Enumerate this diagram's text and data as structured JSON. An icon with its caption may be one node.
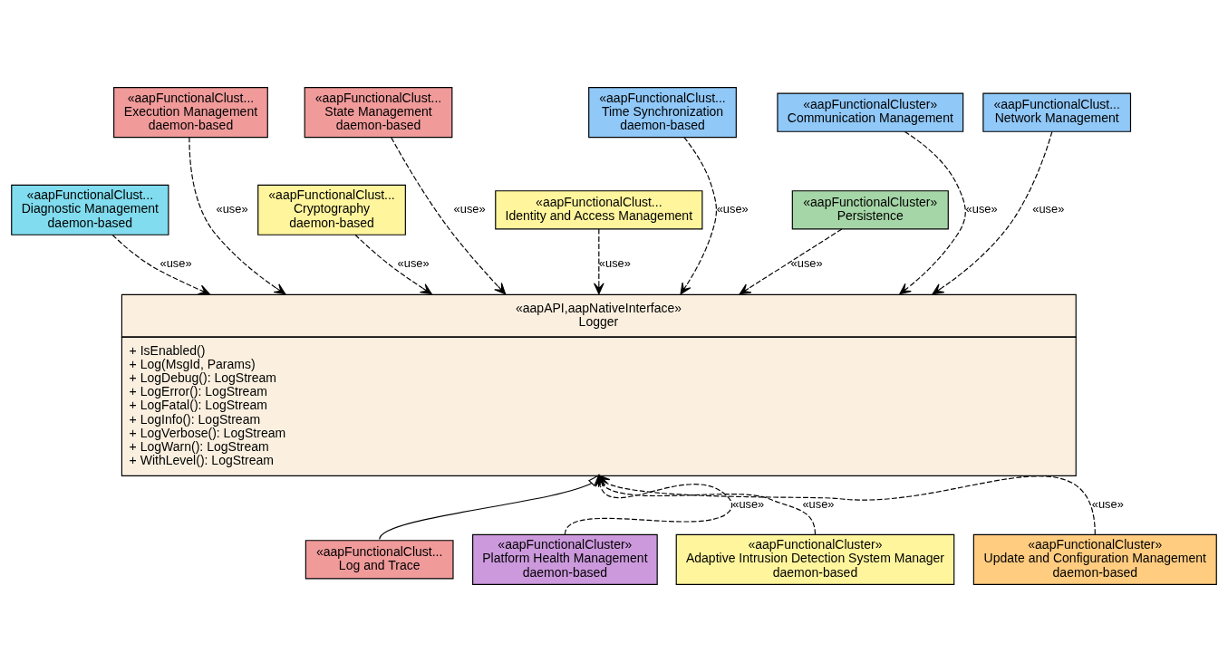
{
  "diagram": {
    "nodes": [
      {
        "text": [
          "«aapFunctionalClust...",
          "Execution Management",
          "daemon-based"
        ]
      },
      {
        "text": [
          "«aapFunctionalClust...",
          "State Management",
          "daemon-based"
        ]
      },
      {
        "text": [
          "«aapFunctionalClust...",
          "Time Synchronization",
          "daemon-based"
        ]
      },
      {
        "text": [
          "«aapFunctionalCluster»",
          "Communication Management"
        ]
      },
      {
        "text": [
          "«aapFunctionalClust...",
          "Network Management"
        ]
      },
      {
        "text": [
          "«aapFunctionalClust...",
          "Diagnostic Management",
          "daemon-based"
        ]
      },
      {
        "text": [
          "«aapFunctionalClust...",
          "Cryptography",
          "daemon-based"
        ]
      },
      {
        "text": [
          "«aapFunctionalClust...",
          "Identity and Access Management"
        ]
      },
      {
        "text": [
          "«aapFunctionalCluster»",
          "Persistence"
        ]
      },
      {
        "text": [
          "«aapAPI,aapNativeInterface»",
          "Logger",
          "+ IsEnabled()",
          "+ Log(MsgId, Params)",
          "+ LogDebug(): LogStream",
          "+ LogError(): LogStream",
          "+ LogFatal(): LogStream",
          "+ LogInfo(): LogStream",
          "+ LogVerbose(): LogStream",
          "+ LogWarn(): LogStream",
          "+ WithLevel(): LogStream"
        ]
      },
      {
        "text": [
          "«aapFunctionalClust...",
          "Log and Trace"
        ]
      },
      {
        "text": [
          "«aapFunctionalCluster»",
          "Platform Health Management",
          "daemon-based"
        ]
      },
      {
        "text": [
          "«aapFunctionalCluster»",
          "Adaptive Intrusion Detection System Manager",
          "daemon-based"
        ]
      },
      {
        "text": [
          "«aapFunctionalCluster»",
          "Update and Configuration Management",
          "daemon-based"
        ]
      }
    ],
    "edges": [
      {
        "from": 0,
        "to": 9,
        "arrow": "to",
        "label": "«use»",
        "style": "dashed"
      },
      {
        "from": 5,
        "to": 9,
        "arrow": "to",
        "label": "«use»",
        "style": "dashed"
      },
      {
        "from": 1,
        "to": 9,
        "arrow": "to",
        "label": "«use»",
        "style": "dashed"
      },
      {
        "from": 6,
        "to": 9,
        "arrow": "to",
        "label": "«use»",
        "style": "dashed"
      },
      {
        "from": 2,
        "to": 9,
        "arrow": "to",
        "label": "«use»",
        "style": "dashed"
      },
      {
        "from": 7,
        "to": 9,
        "arrow": "to",
        "label": "«use»",
        "style": "dashed"
      },
      {
        "from": 3,
        "to": 9,
        "arrow": "to",
        "label": "«use»",
        "style": "dashed"
      },
      {
        "from": 8,
        "to": 9,
        "arrow": "to",
        "label": "«use»",
        "style": "dashed"
      },
      {
        "from": 4,
        "to": 9,
        "arrow": "to",
        "label": "«use»",
        "style": "dashed"
      },
      {
        "from": 10,
        "to": 9,
        "arrow": "to"
      },
      {
        "from": 11,
        "to": 9,
        "arrow": "to",
        "label": "«use»",
        "style": "dashed"
      },
      {
        "from": 12,
        "to": 9,
        "arrow": "to",
        "label": "«use»",
        "style": "dashed"
      },
      {
        "from": 13,
        "to": 9,
        "arrow": "to",
        "label": "«use»",
        "style": "dashed"
      }
    ]
  }
}
